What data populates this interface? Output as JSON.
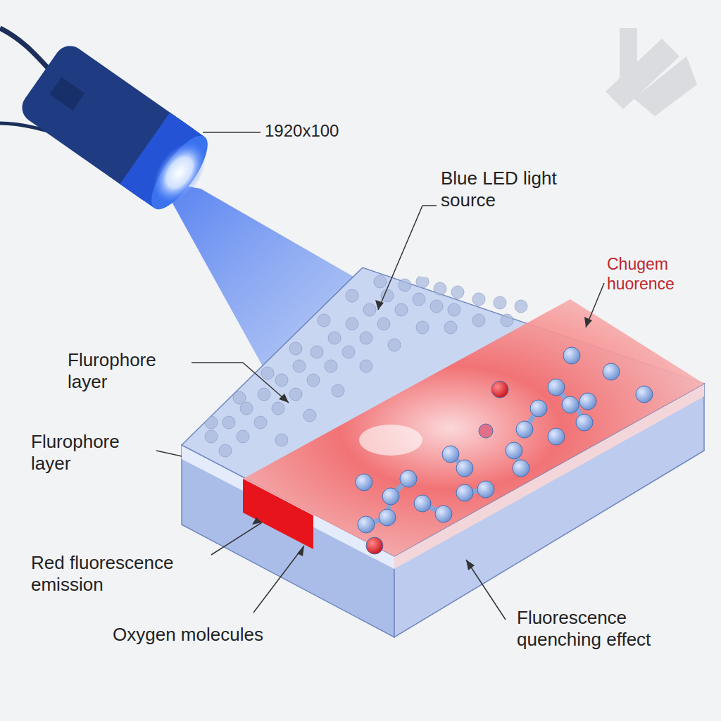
{
  "diagram": {
    "labels": [
      "1920x100",
      "Blue LED light source",
      "Chugem huorence",
      "Flurophore layer",
      "Flurophore layer",
      "Red fluorescence emission",
      "Oxygen molecules",
      "Fluorescence quenching effect"
    ]
  }
}
